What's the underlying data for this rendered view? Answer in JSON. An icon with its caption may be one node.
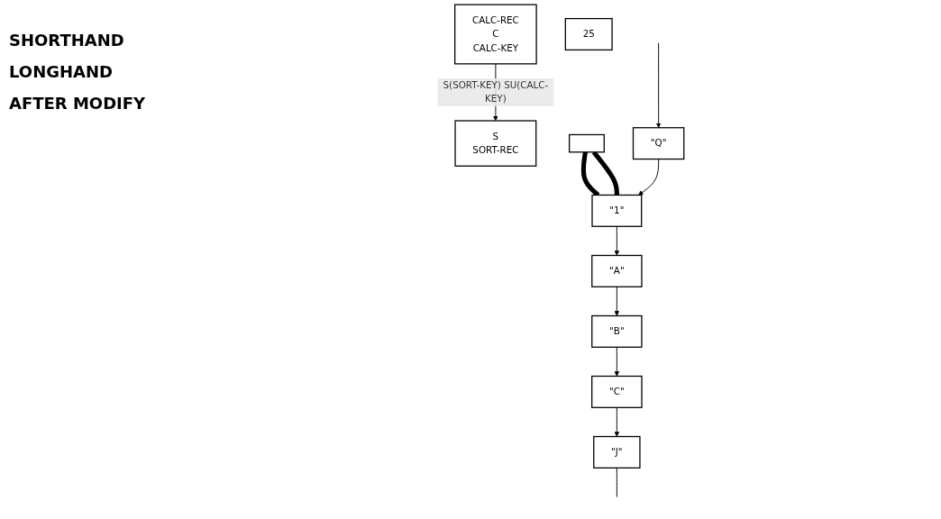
{
  "diagram": {
    "nodes": [
      {
        "text": [
          "CALC-REC",
          "C",
          "CALC-KEY"
        ]
      },
      {
        "text": [
          "S",
          "SORT-REC"
        ]
      },
      {
        "text": [
          "25"
        ]
      },
      {
        "text": [],
        "shape": "box"
      },
      {
        "text": [
          "\"1\""
        ]
      },
      {
        "text": [
          "\"A\""
        ]
      },
      {
        "text": [
          "\"Q\""
        ]
      },
      {
        "text": [
          "\"C\""
        ]
      },
      {
        "text": [
          "\"J\""
        ]
      },
      {
        "text": [
          "\"B\""
        ]
      }
    ],
    "edges": [
      {
        "from": 0,
        "to": 1,
        "arrow": "to",
        "label": "S(SORT-KEY) SU(CALC-KEY)"
      },
      {
        "from": 3,
        "to": 4,
        "arrow": "none",
        "style": "thick"
      },
      {
        "from": 3,
        "to": 4,
        "arrow": "none",
        "style": "thick"
      },
      {
        "from": 4,
        "to": 5,
        "arrow": "to"
      },
      {
        "from": 6,
        "to": 4,
        "arrow": "to"
      },
      {
        "from": null,
        "to": 6,
        "arrow": "to"
      },
      {
        "from": 5,
        "to": 9,
        "arrow": "to"
      },
      {
        "from": 9,
        "to": 7,
        "arrow": "to"
      },
      {
        "from": 7,
        "to": 8,
        "arrow": "to"
      },
      {
        "from": 8,
        "to": null,
        "arrow": "none"
      }
    ],
    "labels": [
      "SHORTHAND",
      "LONGHAND",
      "AFTER MODIFY"
    ]
  }
}
